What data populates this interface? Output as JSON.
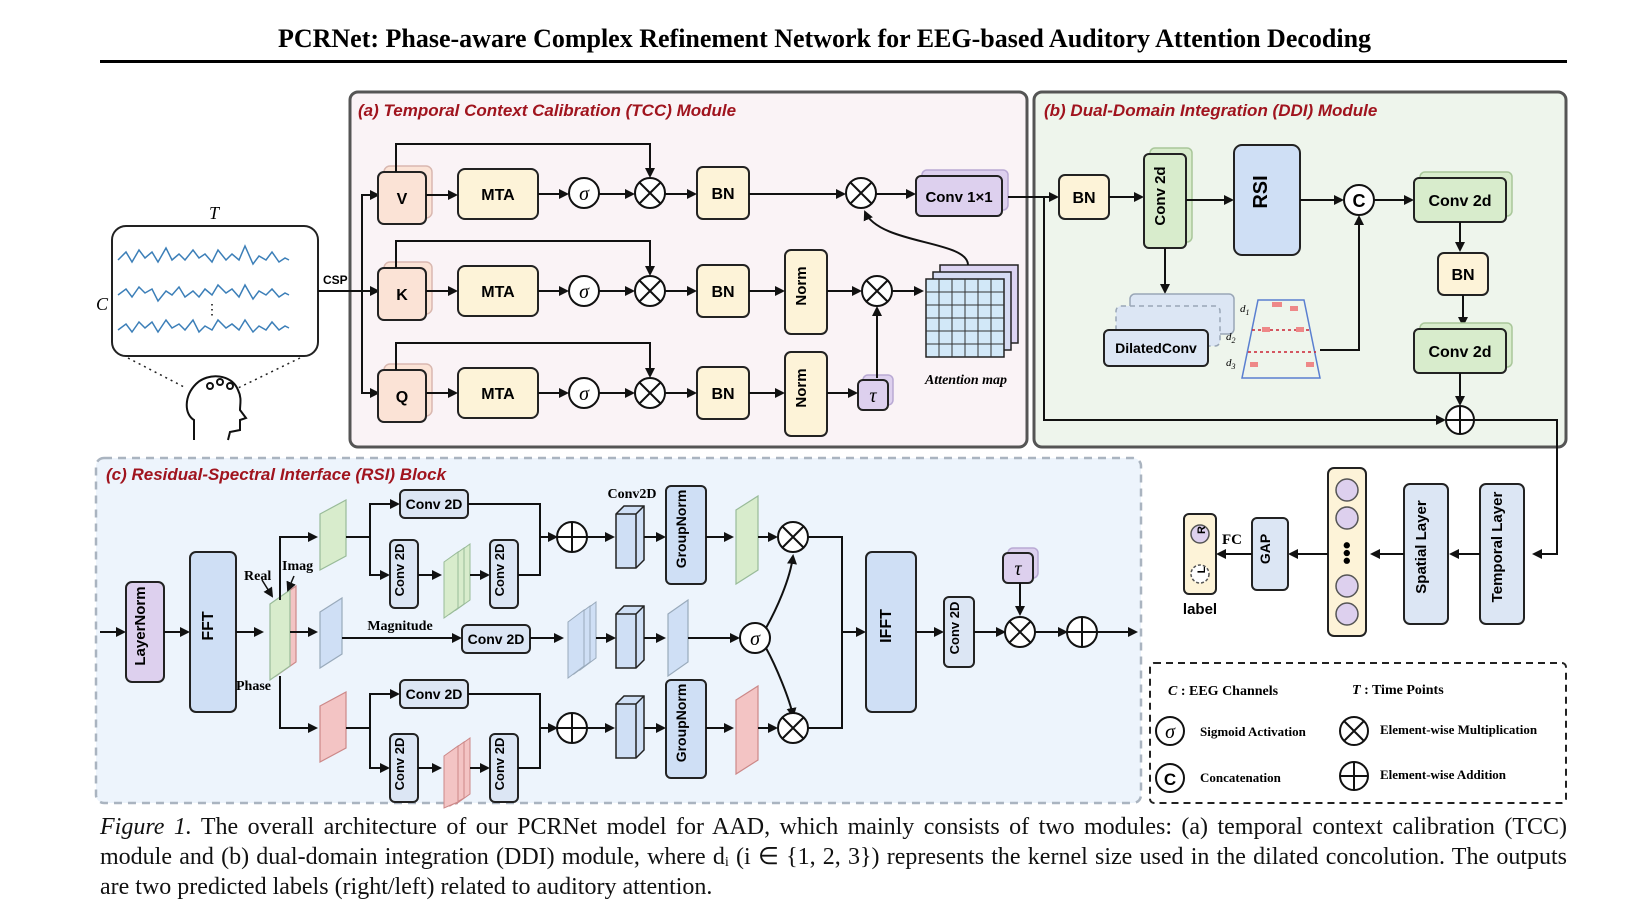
{
  "paper_title": "PCRNet: Phase-aware Complex Refinement Network for EEG-based Auditory Attention Decoding",
  "input": {
    "t_label": "T",
    "c_label": "C",
    "csp_label": "CSP"
  },
  "tcc": {
    "title": "(a) Temporal Context Calibration (TCC) Module",
    "v": "V",
    "k": "K",
    "q": "Q",
    "mta": "MTA",
    "bn": "BN",
    "norm": "Norm",
    "sigma": "σ",
    "tau": "τ",
    "conv1x1": "Conv 1×1",
    "attention_map": "Attention map"
  },
  "ddi": {
    "title": "(b) Dual-Domain Integration (DDI) Module",
    "bn": "BN",
    "conv2d": "Conv 2d",
    "rsi": "RSI",
    "concat": "C",
    "dilated": "DilatedConv",
    "d1": "d",
    "d2": "d",
    "d3": "d",
    "d1_sub": "1",
    "d2_sub": "2",
    "d3_sub": "3"
  },
  "rsi": {
    "title": "(c) Residual-Spectral Interface (RSI) Block",
    "layernorm": "LayerNorm",
    "fft": "FFT",
    "ifft": "IFFT",
    "real": "Real",
    "imag": "Imag",
    "phase": "Phase",
    "magnitude": "Magnitude",
    "conv2d": "Conv 2D",
    "conv2d_top": "Conv2D",
    "groupnorm": "GroupNorm",
    "sigma": "σ",
    "tau": "τ"
  },
  "classifier": {
    "temporal": "Temporal Layer",
    "spatial": "Spatial Layer",
    "gap": "GAP",
    "fc": "FC",
    "r": "R",
    "l": "L",
    "label": "label"
  },
  "legend": {
    "c_sym": "C",
    "c_text": " : EEG Channels",
    "t_sym": "T",
    "t_text": " : Time Points",
    "sigma_text": "Sigmoid Activation",
    "mult_text": "Element-wise Multiplication",
    "concat_text": "Concatenation",
    "add_text": "Element-wise Addition"
  },
  "caption": {
    "label": "Figure 1.",
    "text": " The overall architecture of our PCRNet model for AAD, which mainly consists of two modules: (a) temporal context calibration (TCC) module and (b) dual-domain integration (DDI) module, where dᵢ (i ∈ {1, 2, 3}) represents the kernel size used in the dilated concolution. The outputs are two predicted labels (right/left) related to auditory attention."
  },
  "colors": {
    "tcc_bg": "#faf3f6",
    "ddi_bg": "#eef5ec",
    "rsi_bg": "#edf4fc",
    "title_red": "#a0141e",
    "cream": "#fdf3d8",
    "peach": "#fbe3d6",
    "green": "#d8eccc",
    "blue": "#cfdff5",
    "purple": "#ddd0ee",
    "pink": "#f3c4c4"
  }
}
